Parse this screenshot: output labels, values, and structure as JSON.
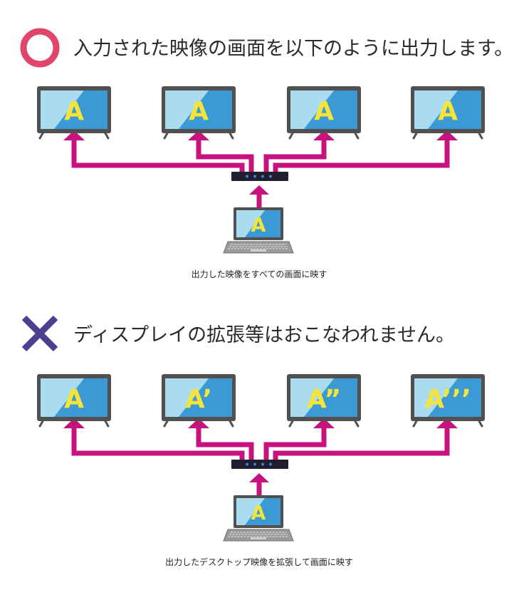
{
  "colors": {
    "ok_mark": "#e0456a",
    "ng_mark": "#4e3f93",
    "arrow": "#c8127d",
    "monitor_frame": "#505050",
    "screen_light": "#a9dcef",
    "screen_dark": "#3b9ad3",
    "label": "#f6e43a",
    "splitter": "#1f1f2e",
    "led": "#3f7fe8"
  },
  "sections": [
    {
      "mark": "circle",
      "heading": "入力された映像の画面を以下のように出力します。",
      "caption": "出力した映像をすべての画面に映す",
      "monitor_labels": [
        "A",
        "A",
        "A",
        "A"
      ],
      "laptop_label": "A"
    },
    {
      "mark": "cross",
      "heading": "ディスプレイの拡張等はおこなわれません。",
      "caption": "出力したデスクトップ映像を拡張して画面に映す",
      "monitor_labels": [
        "A",
        "A’",
        "A”",
        "A’’’"
      ],
      "laptop_label": "A"
    }
  ]
}
